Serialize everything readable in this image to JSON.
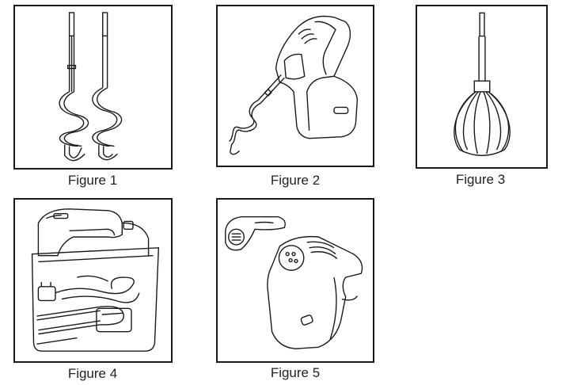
{
  "figures": [
    {
      "caption": "Figure 1",
      "illustration": "dough-hooks-icon"
    },
    {
      "caption": "Figure 2",
      "illustration": "mixer-with-hook-icon"
    },
    {
      "caption": "Figure 3",
      "illustration": "whisk-icon"
    },
    {
      "caption": "Figure 4",
      "illustration": "storage-case-icon"
    },
    {
      "caption": "Figure 5",
      "illustration": "mixer-eject-icon"
    }
  ],
  "colors": {
    "line": "#1a1a1a",
    "background": "#ffffff"
  }
}
